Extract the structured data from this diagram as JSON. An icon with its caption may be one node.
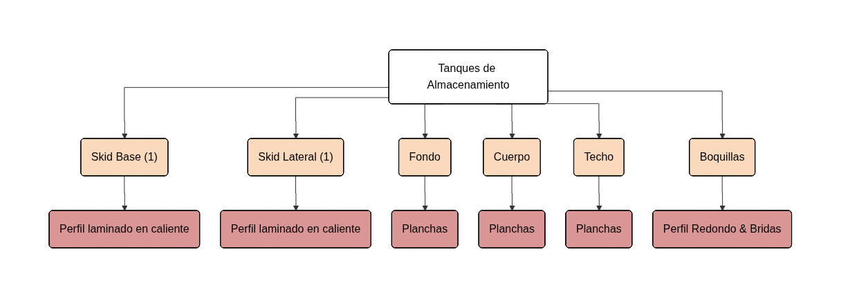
{
  "diagram": {
    "nodes": [
      {
        "text": [
          "Tanques de Almacenamiento"
        ]
      },
      {
        "text": [
          "Skid Base (1)"
        ]
      },
      {
        "text": [
          "Skid Lateral (1)"
        ]
      },
      {
        "text": [
          "Fondo"
        ]
      },
      {
        "text": [
          "Cuerpo"
        ]
      },
      {
        "text": [
          "Techo"
        ]
      },
      {
        "text": [
          "Boquillas"
        ]
      },
      {
        "text": [
          "Perfil laminado en caliente"
        ]
      },
      {
        "text": [
          "Perfil laminado en caliente"
        ]
      },
      {
        "text": [
          "Planchas"
        ]
      },
      {
        "text": [
          "Planchas"
        ]
      },
      {
        "text": [
          "Planchas"
        ]
      },
      {
        "text": [
          "Perfil Redondo & Bridas"
        ]
      }
    ],
    "edges": [
      {
        "from": 0,
        "to": 1,
        "arrow": "to"
      },
      {
        "from": 0,
        "to": 2,
        "arrow": "to"
      },
      {
        "from": 0,
        "to": 3,
        "arrow": "to"
      },
      {
        "from": 0,
        "to": 4,
        "arrow": "to"
      },
      {
        "from": 0,
        "to": 5,
        "arrow": "to"
      },
      {
        "from": 0,
        "to": 6,
        "arrow": "to"
      },
      {
        "from": 1,
        "to": 7,
        "arrow": "to"
      },
      {
        "from": 2,
        "to": 8,
        "arrow": "to"
      },
      {
        "from": 3,
        "to": 9,
        "arrow": "to"
      },
      {
        "from": 4,
        "to": 10,
        "arrow": "to"
      },
      {
        "from": 5,
        "to": 11,
        "arrow": "to"
      },
      {
        "from": 6,
        "to": 12,
        "arrow": "to"
      }
    ]
  }
}
